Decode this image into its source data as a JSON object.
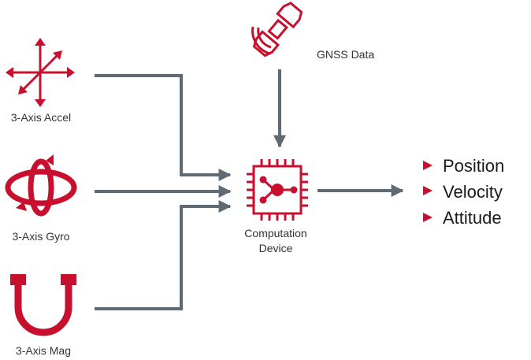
{
  "colors": {
    "accent": "#c8102e",
    "connector": "#5f6a72",
    "text": "#333333"
  },
  "sensors": {
    "accel": {
      "label": "3-Axis Accel",
      "icon": "accelerometer-arrows-icon"
    },
    "gyro": {
      "label": "3-Axis Gyro",
      "icon": "gyroscope-icon"
    },
    "mag": {
      "label": "3-Axis Mag",
      "icon": "horseshoe-magnet-icon"
    }
  },
  "gnss": {
    "label": "GNSS Data",
    "icon": "satellite-icon"
  },
  "device": {
    "label_line1": "Computation",
    "label_line2": "Device",
    "icon": "processor-chip-icon"
  },
  "outputs": [
    {
      "label": "Position"
    },
    {
      "label": "Velocity"
    },
    {
      "label": "Attitude"
    }
  ]
}
